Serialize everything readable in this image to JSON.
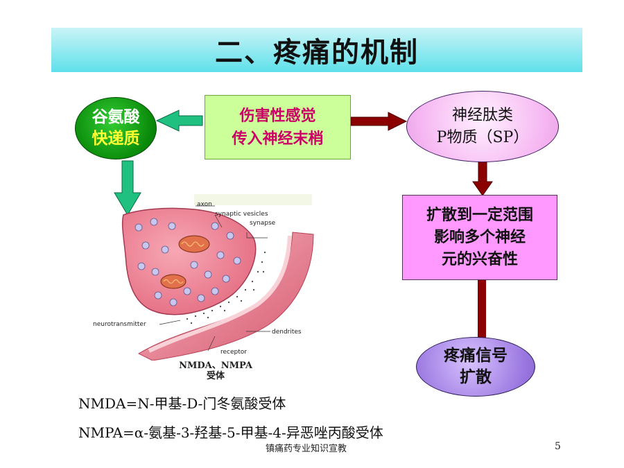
{
  "slide": {
    "title": "二、疼痛的机制",
    "nodes": {
      "glutamate": {
        "line1": "谷氨酸",
        "line2": "快递质"
      },
      "injury": {
        "line1": "伤害性感觉",
        "line2": "传入神经末梢"
      },
      "neuropeptide": {
        "line1": "神经肽类",
        "line2": "P物质（SP）"
      },
      "spread": {
        "line1": "扩散到一定范围",
        "line2": "影响多个神经",
        "line3": "元的兴奋性"
      },
      "pain_signal": {
        "line1": "疼痛信号",
        "line2": "扩散"
      }
    },
    "synapse_diagram": {
      "labels": {
        "axon": "axon",
        "vesicles": "synaptic vesicles",
        "synapse": "synapse",
        "neurotransmitter": "neurotransmitter",
        "dendrites": "dendrites",
        "receptor": "receptor"
      },
      "caption_line1": "NMDA、NMPA",
      "caption_line2": "受体"
    },
    "definitions": [
      "NMDA=N-甲基-D-门冬氨酸受体",
      "NMPA=α-氨基-3-羟基-5-甲基-4-异恶唑丙酸受体"
    ],
    "footer": "镇痛药专业知识宣教",
    "page_number": "5"
  },
  "colors": {
    "title_bar": "#5fe0ea",
    "green_node": "#0a8a0a",
    "injury_box": "#ccff99",
    "injury_text": "#cc0066",
    "arrow_dark_red": "#8b0000",
    "arrow_green": "#20c080",
    "spread_box": "#ff99ff",
    "pain_node": "#9a77e0"
  }
}
